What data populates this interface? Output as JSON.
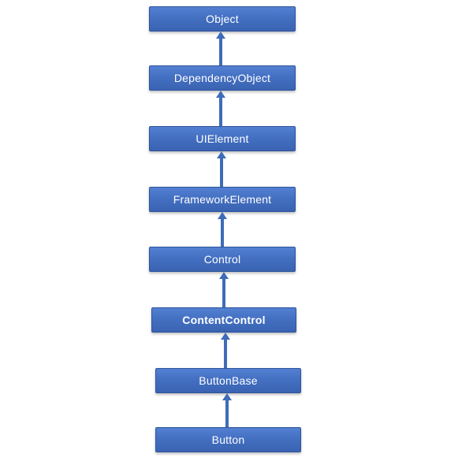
{
  "diagram": {
    "name": "button-class-inheritance-hierarchy",
    "direction": "arrows point upward from each derived class to its base class",
    "nodes": [
      {
        "label": "Object",
        "emphasis": false
      },
      {
        "label": "DependencyObject",
        "emphasis": false
      },
      {
        "label": "UIElement",
        "emphasis": false
      },
      {
        "label": "FrameworkElement",
        "emphasis": false
      },
      {
        "label": "Control",
        "emphasis": false
      },
      {
        "label": "ContentControl",
        "emphasis": true
      },
      {
        "label": "ButtonBase",
        "emphasis": false
      },
      {
        "label": "Button",
        "emphasis": false
      }
    ],
    "edges": [
      {
        "from": "DependencyObject",
        "to": "Object"
      },
      {
        "from": "UIElement",
        "to": "DependencyObject"
      },
      {
        "from": "FrameworkElement",
        "to": "UIElement"
      },
      {
        "from": "Control",
        "to": "FrameworkElement"
      },
      {
        "from": "ContentControl",
        "to": "Control"
      },
      {
        "from": "ButtonBase",
        "to": "ContentControl"
      },
      {
        "from": "Button",
        "to": "ButtonBase"
      }
    ],
    "colors": {
      "box_fill_top": "#5380D2",
      "box_fill_bottom": "#3A63B2",
      "box_border": "#2F549B",
      "arrow": "#3E6CB8",
      "label_text": "#FFFFFF",
      "background": "#FFFFFF"
    }
  }
}
